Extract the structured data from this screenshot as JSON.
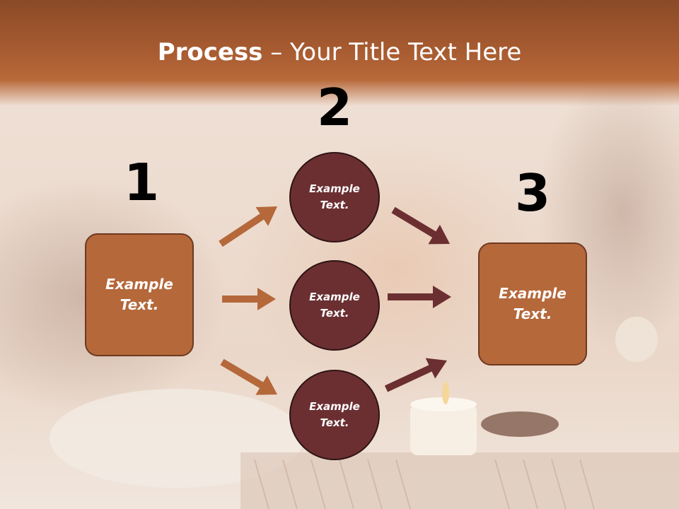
{
  "title": {
    "bold": "Process",
    "rest": " – Your Title Text Here"
  },
  "steps": [
    "1",
    "2",
    "3"
  ],
  "boxes": {
    "left": "Example\nText.",
    "right": "Example\nText."
  },
  "circles": [
    "Example\nText.",
    "Example\nText.",
    "Example\nText."
  ],
  "colors": {
    "header": "#a65a30",
    "box": "#b5683a",
    "circle": "#6b2f32",
    "arrow_light": "#b5683a",
    "arrow_dark": "#6b2f32"
  }
}
